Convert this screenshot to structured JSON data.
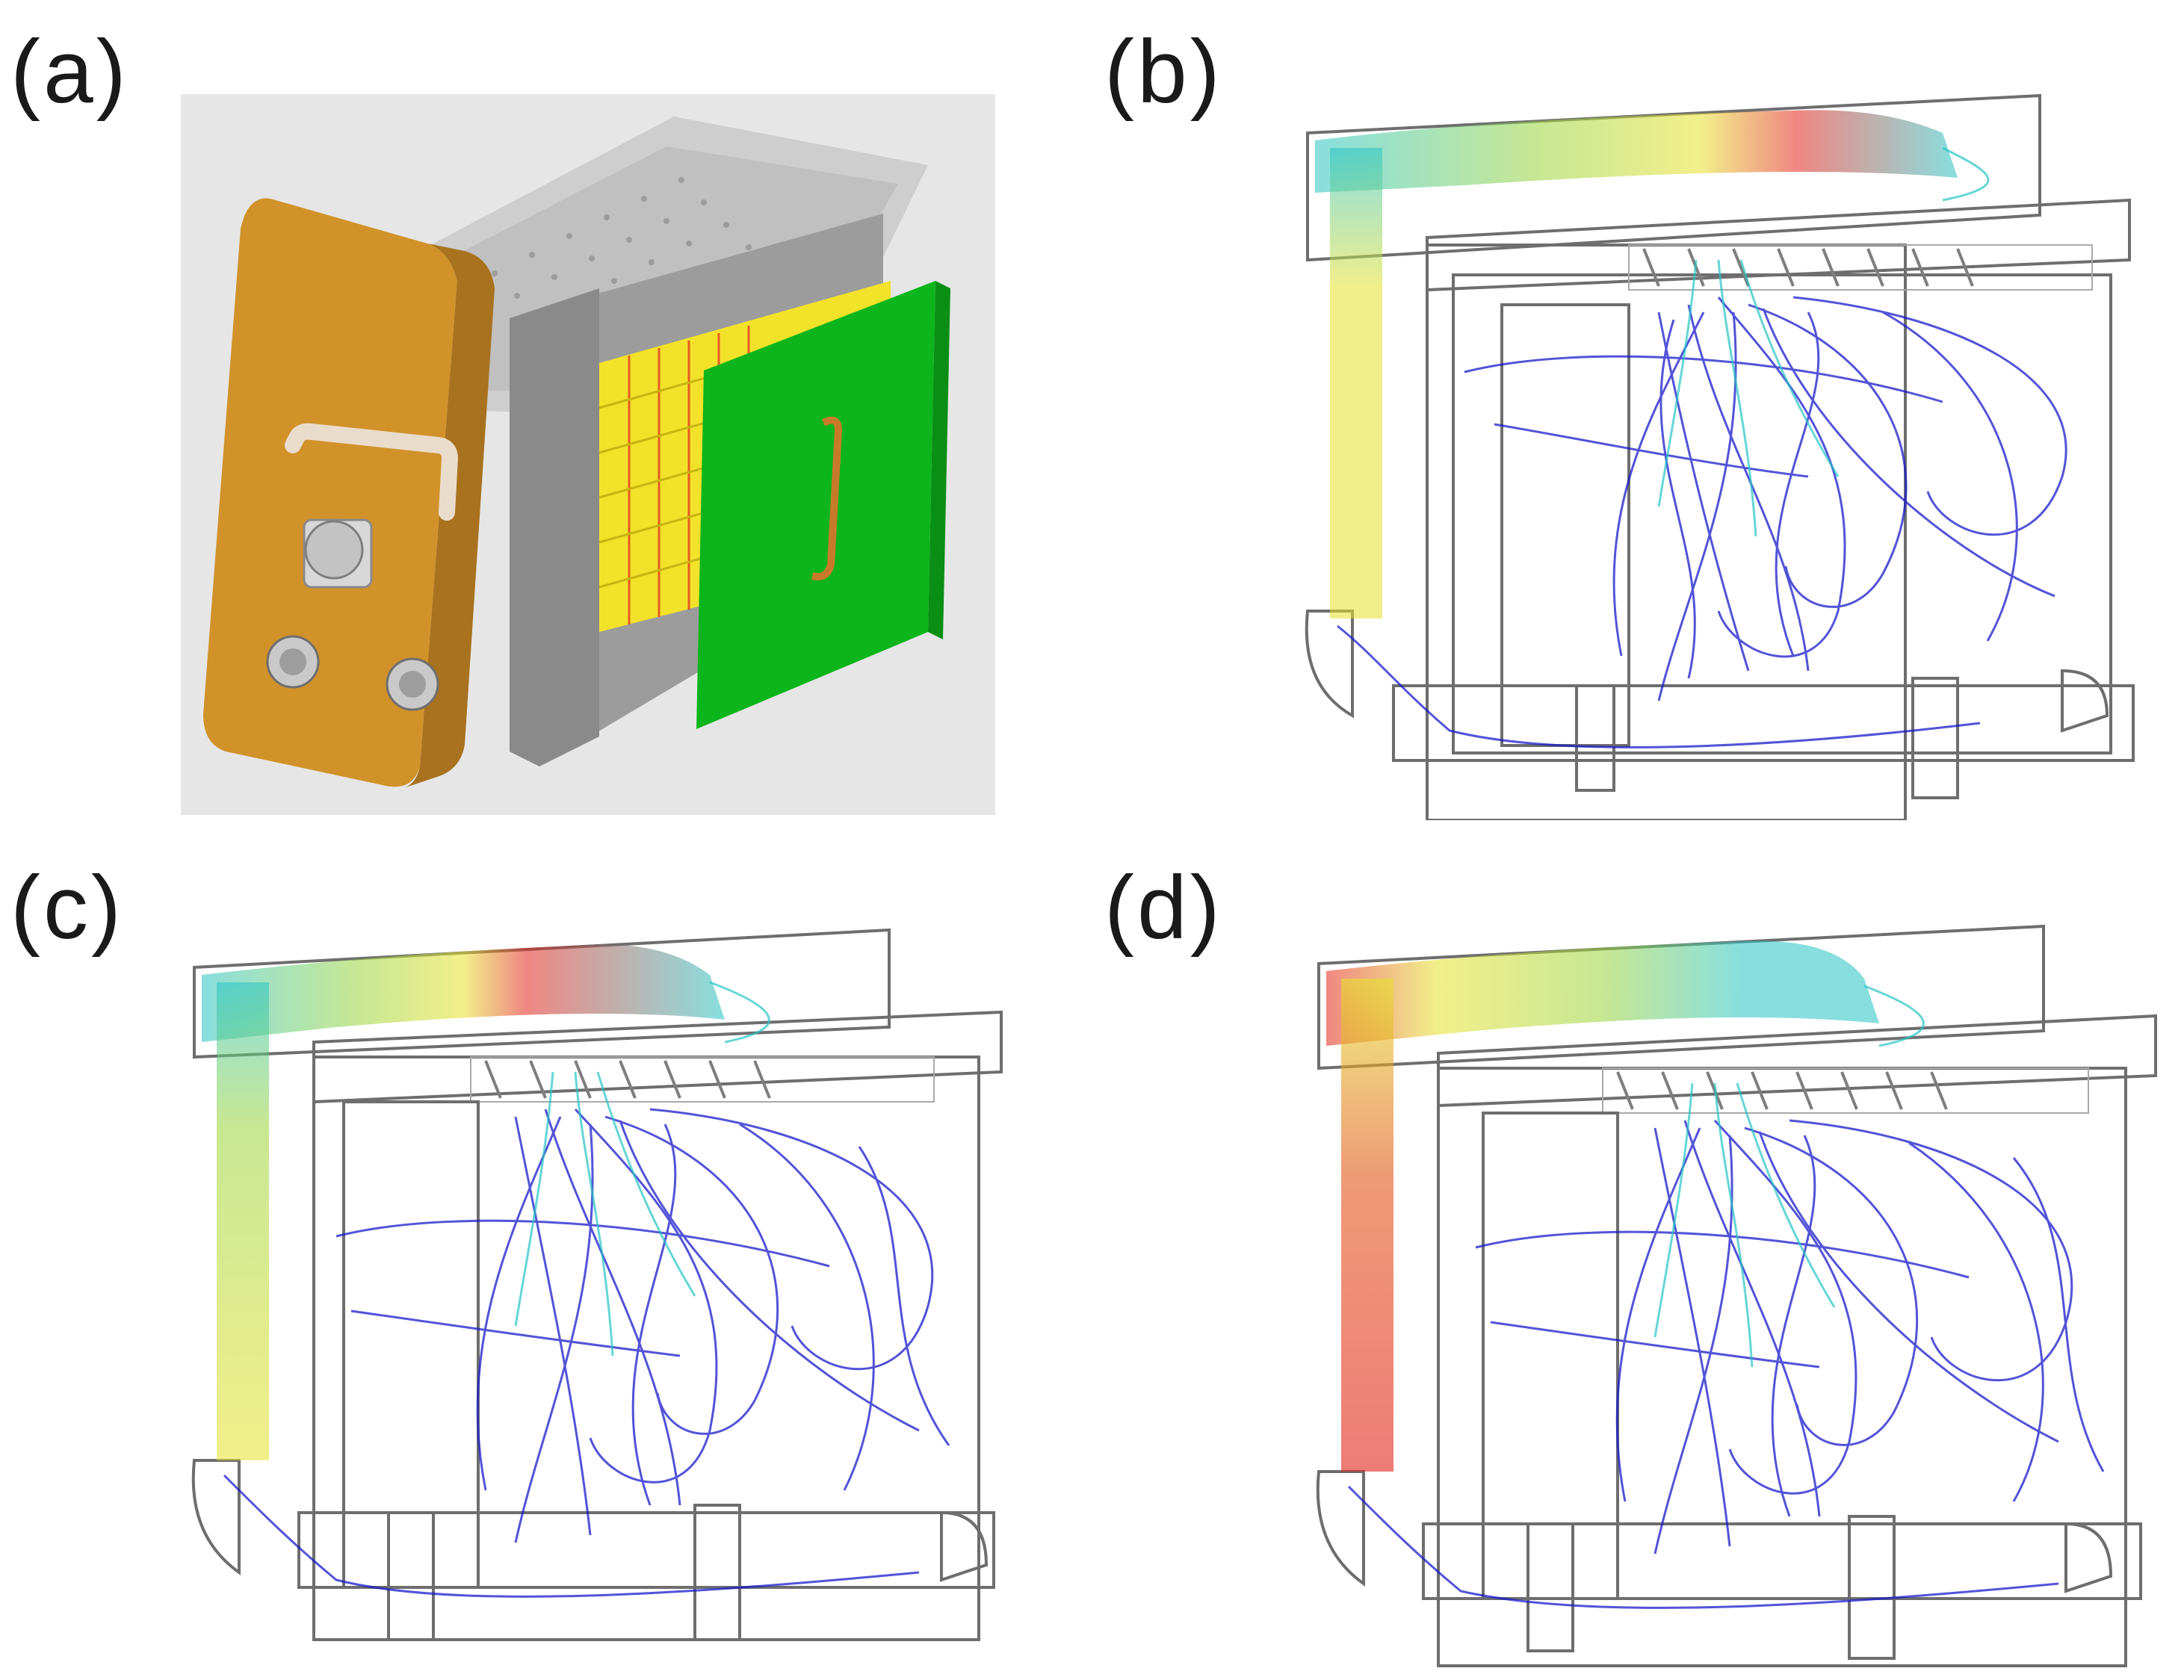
{
  "figure": {
    "panels": [
      {
        "id": "a",
        "label": "(a)"
      },
      {
        "id": "b",
        "label": "(b)"
      },
      {
        "id": "c",
        "label": "(c)"
      },
      {
        "id": "d",
        "label": "(d)"
      }
    ]
  },
  "colors": {
    "background": "#ffffff",
    "model_background": "#e6e6e6",
    "door_panel": "#d1922a",
    "housing": "#9c9c9c",
    "grid_basket": "#f2e22a",
    "green_plate": "#0bb51b",
    "handle": "#eadccb",
    "outline": "#6e6e6e",
    "flow_low": "#1a1acc",
    "flow_mid": "#27c4c4",
    "flow_midhigh": "#e7e22a",
    "flow_high": "#e3241b"
  },
  "icons": {
    "panel_a": "enclosure-cad-model-icon",
    "panels_bcd": "airflow-streamline-icon"
  }
}
